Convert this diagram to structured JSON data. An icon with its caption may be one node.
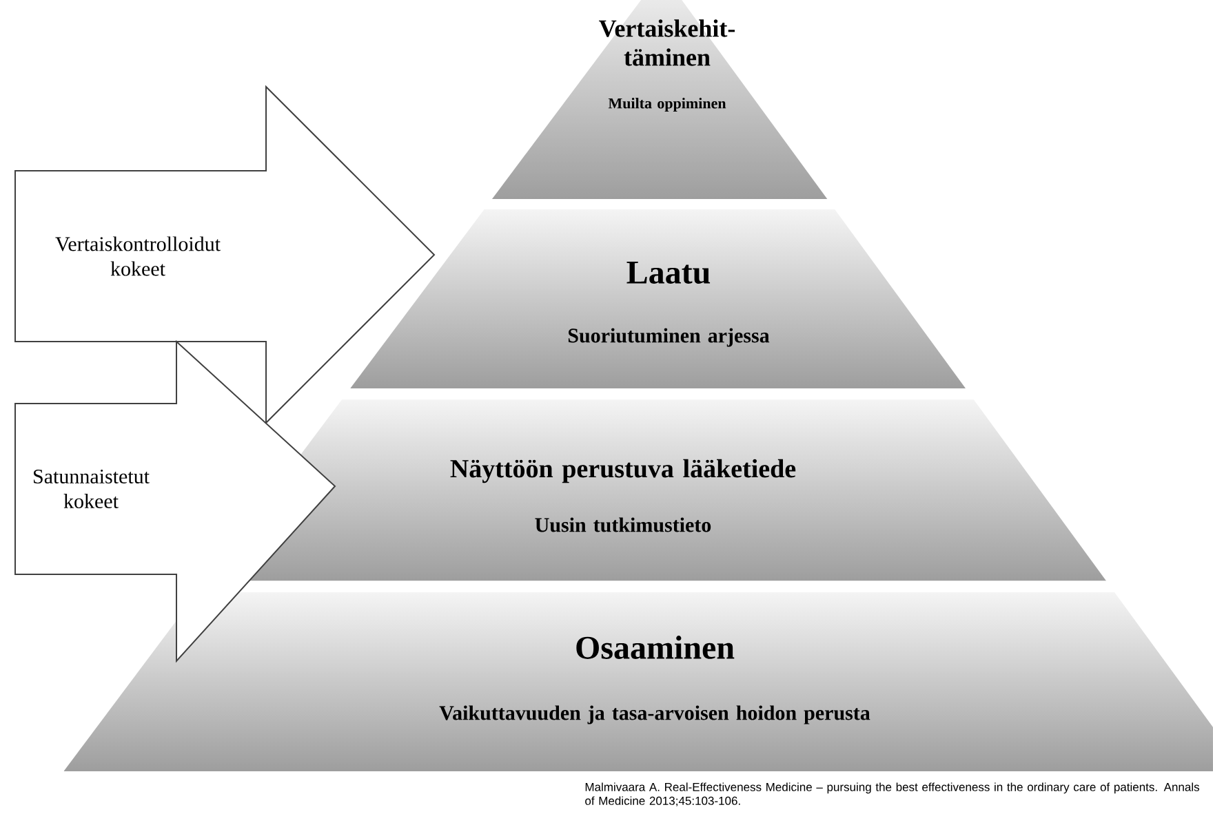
{
  "diagram": {
    "caption": "Malmivaara A. Real-Effectiveness Medicine – pursuing the best effectiveness in the ordinary care of patients. Annals of Medicine 2013;45:103-106.",
    "nodes": [
      {
        "text": [
          "Vertaiskehit- täminen",
          "Muilta oppiminen"
        ]
      },
      {
        "text": [
          "Laatu",
          "Suoriutuminen arjessa"
        ]
      },
      {
        "text": [
          "Näyttöön perustuva lääketiede",
          "Uusin tutkimustieto"
        ]
      },
      {
        "text": [
          "Osaaminen",
          "Vaikuttavuuden ja tasa-arvoisen hoidon perusta"
        ]
      },
      {
        "text": [
          "Vertaiskontrolloidut kokeet"
        ]
      },
      {
        "text": [
          "Satunnaistetut kokeet"
        ]
      }
    ]
  }
}
